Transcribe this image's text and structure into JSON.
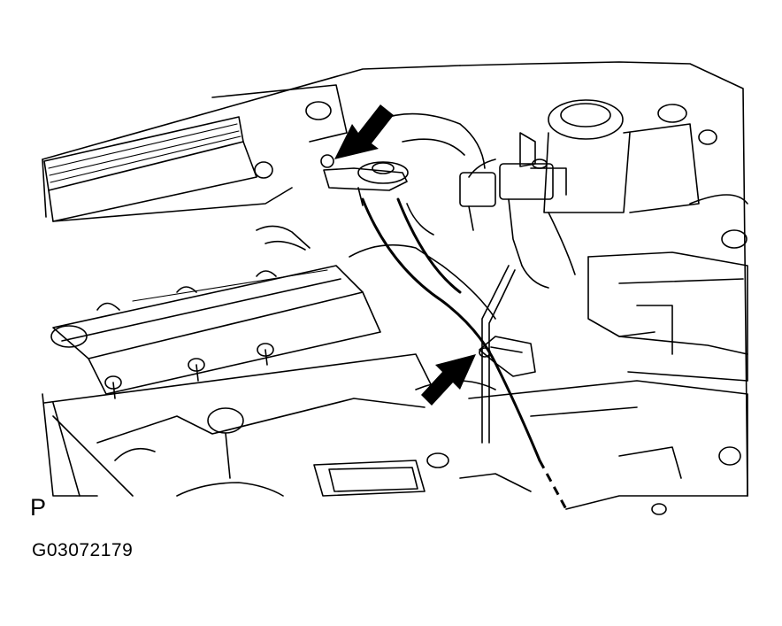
{
  "figure": {
    "corner_letter": "P",
    "code": "G03072179"
  },
  "callouts": [
    {
      "name": "upper-bracket-arrow",
      "target": "upper-mount-bracket"
    },
    {
      "name": "lower-bracket-arrow",
      "target": "lower-clamp-bracket"
    }
  ],
  "colors": {
    "line": "#000000",
    "background": "#ffffff"
  }
}
